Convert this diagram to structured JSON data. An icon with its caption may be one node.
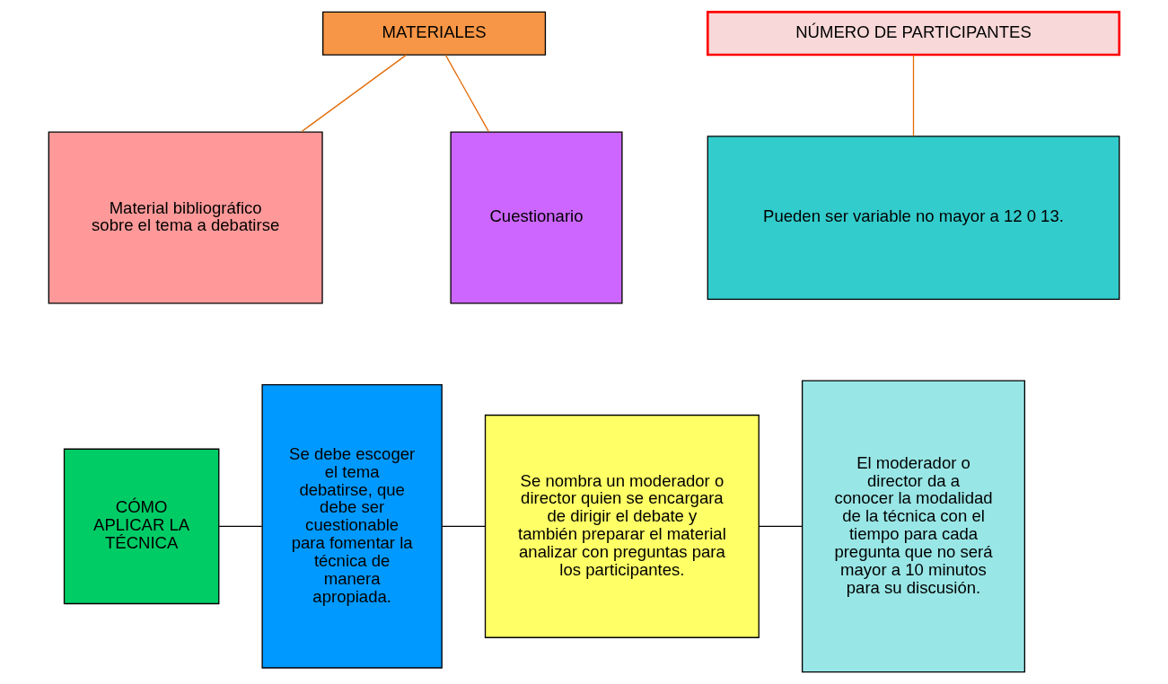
{
  "diagram": {
    "nodes": [
      {
        "text": [
          "MATERIALES"
        ]
      },
      {
        "text": [
          "Material bibliográfico sobre el tema a debatirse"
        ]
      },
      {
        "text": [
          "Cuestionario"
        ]
      },
      {
        "text": [
          "NÚMERO DE PARTICIPANTES"
        ]
      },
      {
        "text": [
          "Pueden ser variable no mayor a 12 0 13."
        ]
      },
      {
        "text": [
          "CÓMO APLICAR LA TÉCNICA"
        ]
      },
      {
        "text": [
          "Se debe escoger el tema debatirse, que debe ser cuestionable para fomentar la técnica de manera apropiada."
        ]
      },
      {
        "text": [
          "Se nombra un moderador o director quien se encargara de dirigir el debate y también preparar el material analizar con preguntas para los participantes."
        ]
      },
      {
        "text": [
          "El moderador o director da a conocer la modalidad de la técnica con el tiempo para cada pregunta que no será mayor a 10 minutos para su discusión."
        ]
      }
    ],
    "edges": [
      {
        "from": 0,
        "to": 1,
        "arrow": "none",
        "color": "#e36c09"
      },
      {
        "from": 0,
        "to": 2,
        "arrow": "none",
        "color": "#e36c09"
      },
      {
        "from": 3,
        "to": 4,
        "arrow": "none",
        "color": "#e36c09"
      },
      {
        "from": 5,
        "to": 6,
        "arrow": "none",
        "color": "#000000"
      },
      {
        "from": 6,
        "to": 7,
        "arrow": "none",
        "color": "#000000"
      },
      {
        "from": 7,
        "to": 8,
        "arrow": "none",
        "color": "#000000"
      }
    ]
  }
}
